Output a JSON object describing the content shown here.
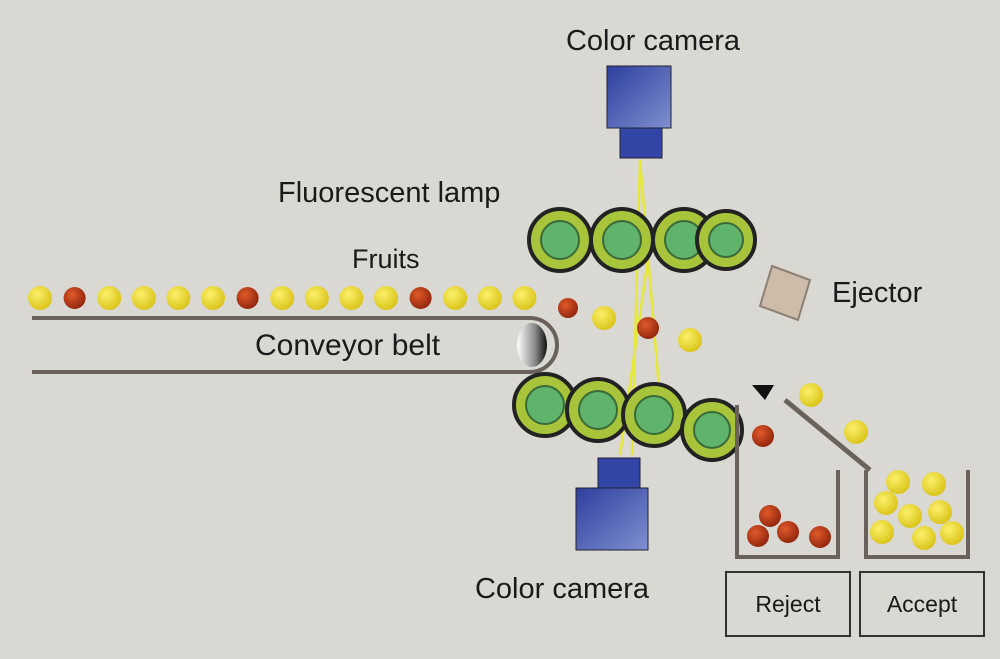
{
  "labels": {
    "top_camera": "Color camera",
    "bottom_camera": "Color camera",
    "lamp": "Fluorescent lamp",
    "fruits": "Fruits",
    "conveyor": "Conveyor belt",
    "ejector": "Ejector",
    "reject": "Reject",
    "accept": "Accept"
  },
  "colors": {
    "background": "#d9d8d3",
    "good_fruit": "#e8d61f",
    "bad_fruit": "#b23414",
    "lamp_ring": "#a8c43a",
    "lamp_core": "#5fb36a",
    "camera": "#3a4fa8",
    "light_beam": "#e6e83a",
    "ejector": "#cdbcaa"
  },
  "belt_fruits": [
    "good",
    "bad",
    "good",
    "good",
    "good",
    "good",
    "bad",
    "good",
    "good",
    "good",
    "good",
    "bad",
    "good",
    "good",
    "good"
  ]
}
